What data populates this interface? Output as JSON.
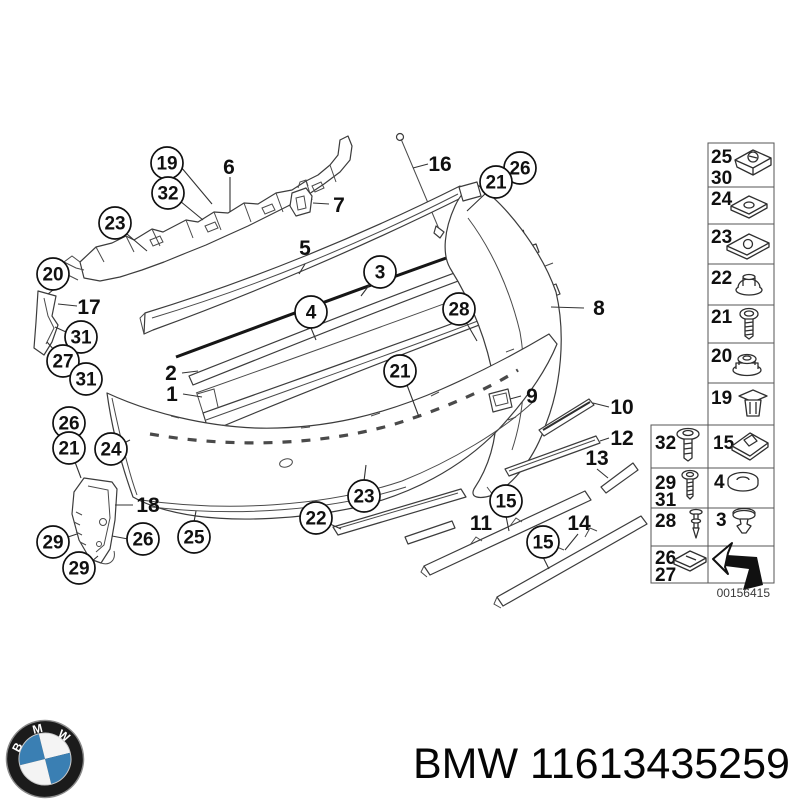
{
  "colors": {
    "background": "#ffffff",
    "line_art": "#3c3c3c",
    "dark_trim_line": "#161616",
    "logo_blue": "#3a7fb3",
    "logo_ring": "#1b1b1b",
    "text": "#000000"
  },
  "callouts": {
    "circled": [
      "19",
      "32",
      "23",
      "20",
      "31",
      "27",
      "31",
      "3",
      "4",
      "26",
      "21",
      "28",
      "21",
      "26",
      "21",
      "24",
      "23",
      "22",
      "25",
      "26",
      "29",
      "29",
      "15",
      "15"
    ],
    "plain": [
      "6",
      "7",
      "16",
      "5",
      "17",
      "2",
      "1",
      "8",
      "9",
      "10",
      "12",
      "13",
      "11",
      "14",
      "18"
    ]
  },
  "sidebar": {
    "single_cells": [
      {
        "labels": [
          "25",
          "30"
        ],
        "icon": "nut-clamp-icon"
      },
      {
        "labels": [
          "24"
        ],
        "icon": "speed-nut-icon"
      },
      {
        "labels": [
          "23"
        ],
        "icon": "speed-nut-large-icon"
      },
      {
        "labels": [
          "22"
        ],
        "icon": "plastic-nut-icon"
      },
      {
        "labels": [
          "21"
        ],
        "icon": "screw-icon"
      },
      {
        "labels": [
          "20"
        ],
        "icon": "cap-nut-icon"
      },
      {
        "labels": [
          "19"
        ],
        "icon": "expanding-clip-icon"
      }
    ],
    "grid_rows": [
      {
        "left": {
          "labels": [
            "32"
          ],
          "icon": "washer-screw-icon"
        },
        "right": {
          "labels": [
            "15"
          ],
          "icon": "retainer-clip-icon"
        }
      },
      {
        "left": {
          "labels": [
            "29",
            "31"
          ],
          "icon": "screw-small-icon"
        },
        "right": {
          "labels": [
            "4"
          ],
          "icon": "washer-icon"
        }
      },
      {
        "left": {
          "labels": [
            "28"
          ],
          "icon": "pin-icon"
        },
        "right": {
          "labels": [
            "3"
          ],
          "icon": "expanding-rivet-icon"
        }
      },
      {
        "left": {
          "labels": [
            "26",
            "27"
          ],
          "icon": "sheet-clip-icon"
        },
        "right": {
          "labels": [],
          "icon": "direction-arrow-icon"
        }
      }
    ],
    "diagram_number": "00156415"
  },
  "footer": {
    "title": "BMW 11613435259",
    "logo_letters": [
      "B",
      "M",
      "W"
    ]
  }
}
